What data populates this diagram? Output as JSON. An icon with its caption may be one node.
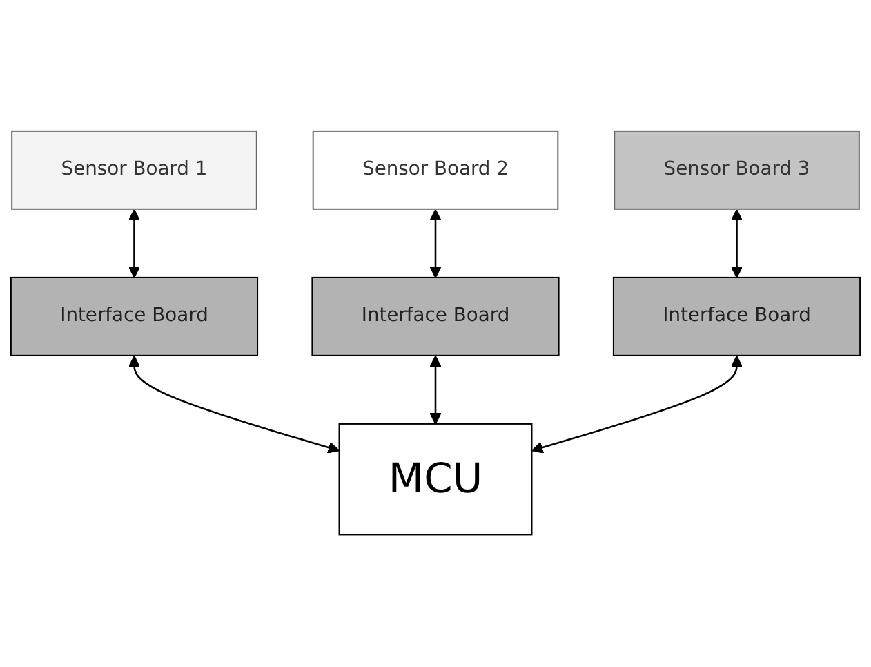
{
  "diagram": {
    "nodes": [
      {
        "text": [
          "Sensor Board 1"
        ]
      },
      {
        "text": [
          "Sensor Board 2"
        ]
      },
      {
        "text": [
          "Sensor Board 3"
        ]
      },
      {
        "text": [
          "Interface Board"
        ]
      },
      {
        "text": [
          "Interface Board"
        ]
      },
      {
        "text": [
          "Interface Board"
        ]
      },
      {
        "text": [
          "MCU"
        ]
      }
    ],
    "edges": [
      {
        "from": 0,
        "to": 3,
        "arrow": "both"
      },
      {
        "from": 1,
        "to": 4,
        "arrow": "both"
      },
      {
        "from": 2,
        "to": 5,
        "arrow": "both"
      },
      {
        "from": 3,
        "to": 6,
        "arrow": "both"
      },
      {
        "from": 4,
        "to": 6,
        "arrow": "both"
      },
      {
        "from": 5,
        "to": 6,
        "arrow": "both"
      }
    ]
  }
}
